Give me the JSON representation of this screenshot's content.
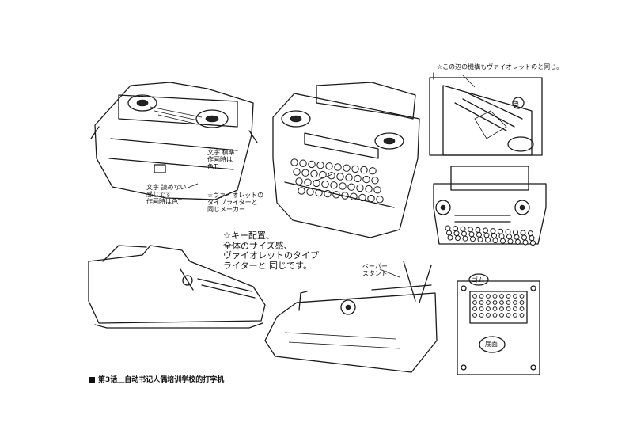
{
  "caption": "第3话＿自动书记人偶培训学校的打字机",
  "notes": {
    "top_right": "☆この辺の機構もヴァイオレットのと同じ。",
    "left_print": "文字 読めない\n感じです\n作画時は色T",
    "center_print": "文字 標準\n作画時は\n色T",
    "center_same": "☆ヴァイオレットの\nタイプライターと\n同じメーカー",
    "key_layout": "☆キー配置、\n全体のサイズ感、\nヴァイオレットのタイプ\nライターと 同じです。",
    "paper_stand": "ペーパー\nスタンド",
    "rubber": "ゴム",
    "bottom": "底面",
    "circle_mark": "色"
  }
}
